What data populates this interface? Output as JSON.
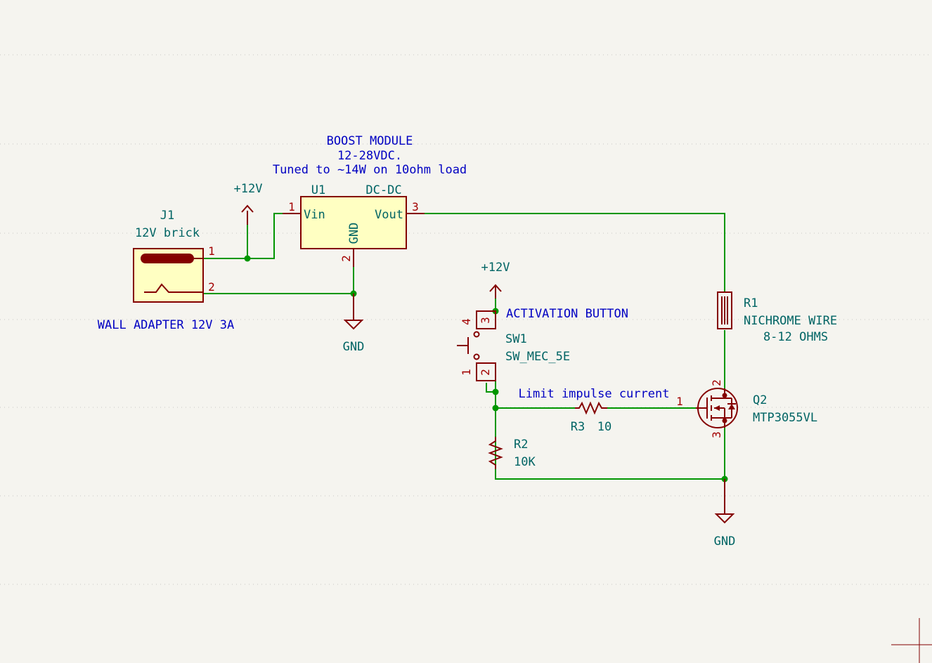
{
  "notes": {
    "boost_line1": "BOOST MODULE",
    "boost_line2": "12-28VDC.",
    "boost_line3": "Tuned to ~14W on 10ohm load",
    "wall_adapter": "WALL ADAPTER 12V 3A",
    "activation": "ACTIVATION BUTTON",
    "limit": "Limit impulse current"
  },
  "power": {
    "p12v_a": "+12V",
    "p12v_b": "+12V",
    "gnd_a": "GND",
    "gnd_b": "GND"
  },
  "components": {
    "j1": {
      "ref": "J1",
      "value": "12V brick",
      "pin1": "1",
      "pin2": "2"
    },
    "u1": {
      "ref": "U1",
      "value": "DC-DC",
      "pin_vin": "Vin",
      "pin_vout": "Vout",
      "pin_gnd": "GND",
      "pin1": "1",
      "pin2": "2",
      "pin3": "3"
    },
    "sw1": {
      "ref": "SW1",
      "value": "SW_MEC_5E",
      "pin1": "1",
      "pin2": "2",
      "pin3": "3",
      "pin4": "4"
    },
    "r1": {
      "ref": "R1",
      "value_line1": "NICHROME WIRE",
      "value_line2": "8-12 OHMS"
    },
    "r2": {
      "ref": "R2",
      "value": "10K"
    },
    "r3": {
      "ref": "R3",
      "value": "10"
    },
    "q2": {
      "ref": "Q2",
      "value": "MTP3055VL",
      "pin1": "1",
      "pin2": "2",
      "pin3": "3"
    }
  },
  "colors": {
    "wire": "#009600",
    "symbol": "#840000",
    "symbol_fill": "#ffffc2",
    "reference_text": "#006464",
    "note_text": "#0000c2",
    "pin_number": "#a20000",
    "background": "#f5f4ef"
  }
}
